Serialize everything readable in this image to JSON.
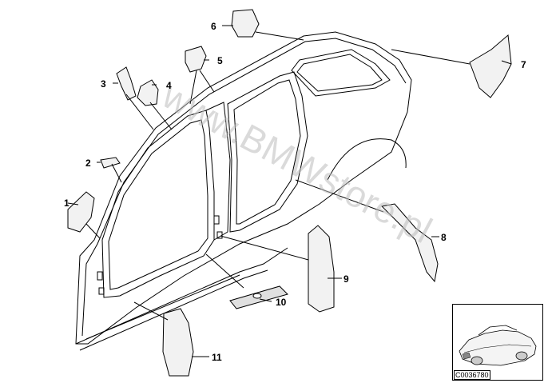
{
  "diagram": {
    "watermark": "www.BMWstore.pl",
    "image_id": "C0036780",
    "callouts": [
      {
        "id": "1",
        "label": "1"
      },
      {
        "id": "2",
        "label": "2"
      },
      {
        "id": "3",
        "label": "3"
      },
      {
        "id": "4",
        "label": "4"
      },
      {
        "id": "5",
        "label": "5"
      },
      {
        "id": "6",
        "label": "6"
      },
      {
        "id": "7",
        "label": "7"
      },
      {
        "id": "8",
        "label": "8"
      },
      {
        "id": "9",
        "label": "9"
      },
      {
        "id": "10",
        "label": "10"
      },
      {
        "id": "11",
        "label": "11"
      }
    ]
  }
}
